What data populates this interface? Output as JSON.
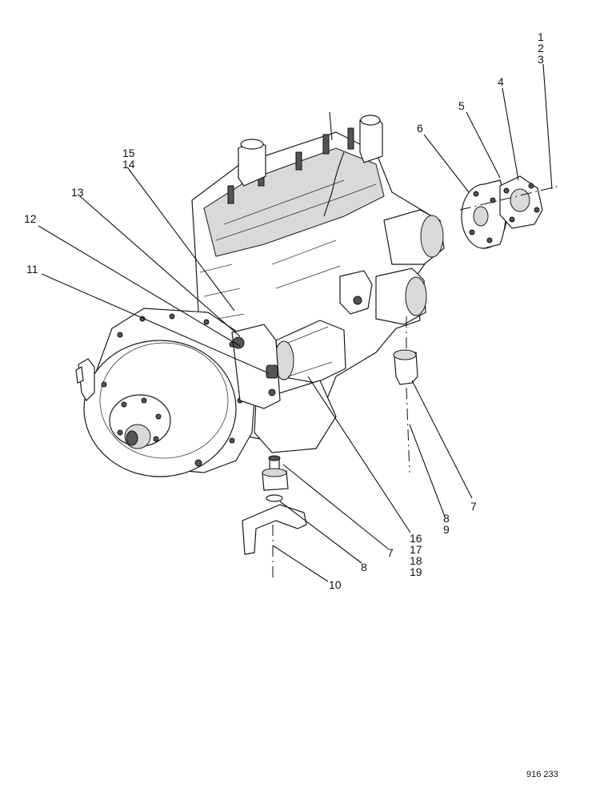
{
  "figure_ref": "916 233",
  "callouts": [
    {
      "id": "c1",
      "text": "1"
    },
    {
      "id": "c2",
      "text": "2"
    },
    {
      "id": "c3",
      "text": "3"
    },
    {
      "id": "c4",
      "text": "4"
    },
    {
      "id": "c5",
      "text": "5"
    },
    {
      "id": "c6",
      "text": "6"
    },
    {
      "id": "c15",
      "text": "15"
    },
    {
      "id": "c14",
      "text": "14"
    },
    {
      "id": "c13",
      "text": "13"
    },
    {
      "id": "c12",
      "text": "12"
    },
    {
      "id": "c11",
      "text": "11"
    },
    {
      "id": "c7a",
      "text": "7"
    },
    {
      "id": "c8a",
      "text": "8"
    },
    {
      "id": "c9a",
      "text": "9"
    },
    {
      "id": "c16",
      "text": "16"
    },
    {
      "id": "c17",
      "text": "17"
    },
    {
      "id": "c18",
      "text": "18"
    },
    {
      "id": "c19",
      "text": "19"
    },
    {
      "id": "c7b",
      "text": "7"
    },
    {
      "id": "c8b",
      "text": "8"
    },
    {
      "id": "c10",
      "text": "10"
    }
  ]
}
